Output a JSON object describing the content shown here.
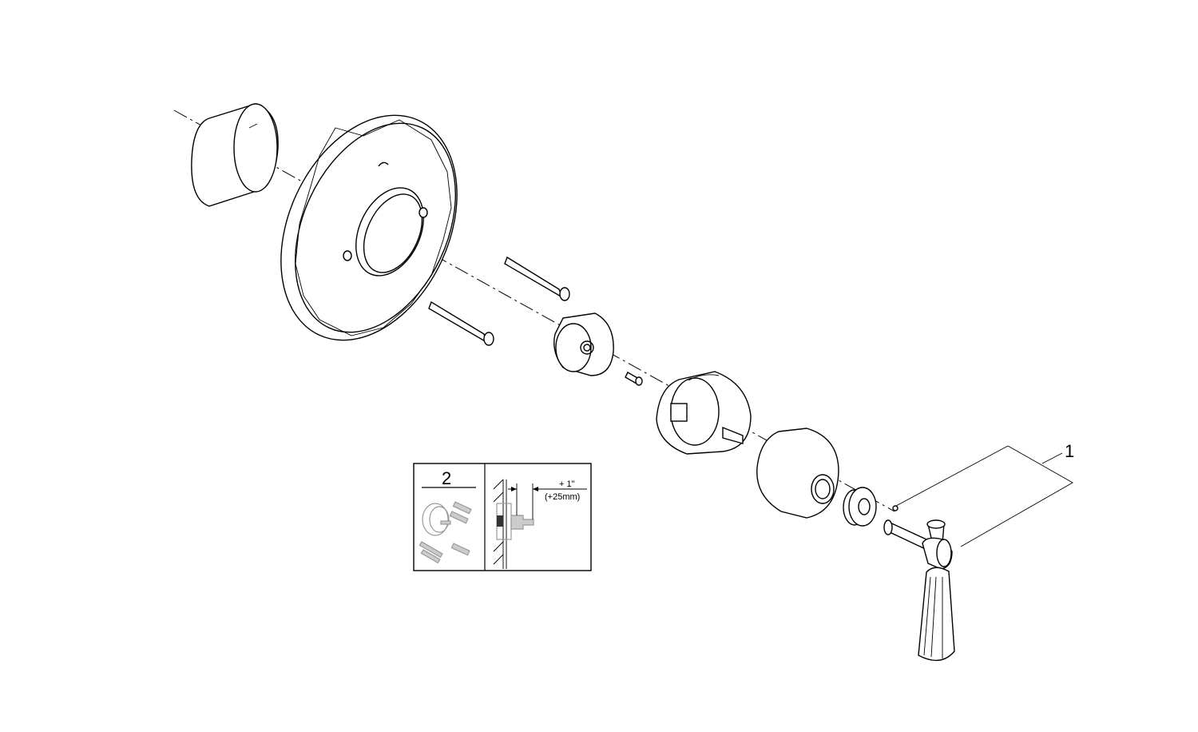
{
  "callouts": {
    "part_1": "1",
    "part_2": "2"
  },
  "inset": {
    "dimension_imperial": "+ 1\"",
    "dimension_metric": "(+25mm)"
  }
}
